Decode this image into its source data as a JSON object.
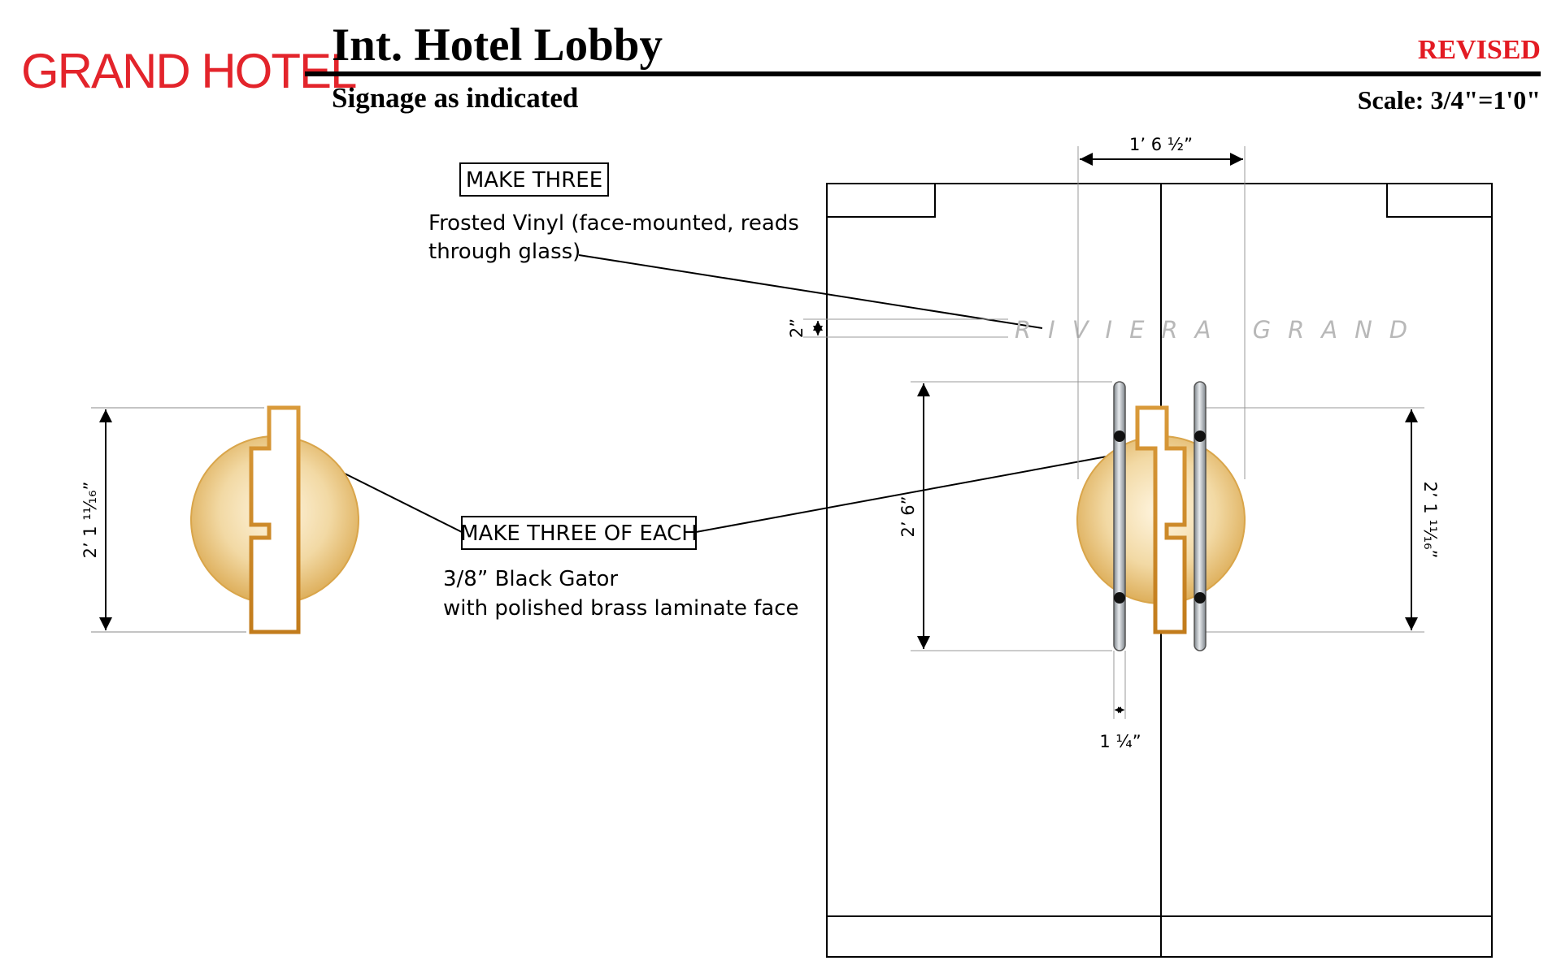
{
  "header": {
    "brand": "GRAND HOTEL",
    "title": "Int. Hotel Lobby",
    "subtitle": "Signage as indicated",
    "status": "REVISED",
    "scale": "Scale: 3/4\"=1'0\""
  },
  "colors": {
    "brand_red": "#e3242b",
    "revised_red": "#e31b23",
    "brass_light": "#f2d9a4",
    "brass_mid": "#d9a54a",
    "brass_dark": "#c27c1c",
    "vinyl_grey": "#b8b8b8",
    "handle_steel": "#9aa0a6"
  },
  "notes": {
    "vinyl_tag": "MAKE THREE",
    "vinyl_desc_line1": "Frosted Vinyl (face-mounted, reads",
    "vinyl_desc_line2": "through glass)",
    "brass_tag": "MAKE THREE OF EACH",
    "brass_desc_line1": "3/8” Black Gator",
    "brass_desc_line2": "with polished brass laminate face"
  },
  "door": {
    "vinyl_text": "RIVIERA GRAND"
  },
  "dimensions": {
    "vinyl_width": "1’ 6 ½”",
    "vinyl_height": "2”",
    "handle_length": "2’ 6”",
    "handle_diameter": "1 ¼”",
    "logo_height_left": "2’ 1 ¹¹⁄₁₆”",
    "logo_height_right": "2’ 1 ¹¹⁄₁₆”"
  }
}
